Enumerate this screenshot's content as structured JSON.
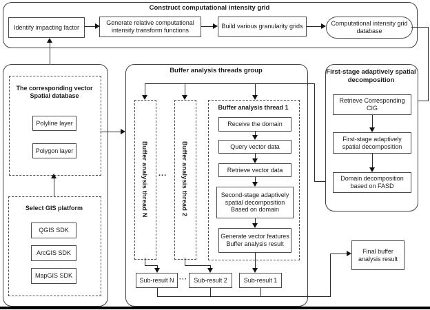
{
  "colors": {
    "line": "#2b2b2b",
    "box_border": "#4a4a4a",
    "background": "#ffffff",
    "bottom_rule": "#000000"
  },
  "top_section": {
    "title": "Construct computational intensity grid",
    "identify": "Identify impacting factor",
    "generate": "Generate relative computational intensity transform functions",
    "build": "Build various granularity grids",
    "cig_db": "Computational intensity grid database"
  },
  "left_section": {
    "vector_db": {
      "title": "The corresponding vector Spatial database",
      "items": [
        "Polyline layer",
        "Polygon layer"
      ]
    },
    "gis": {
      "title": "Select GIS platform",
      "items": [
        "QGIS SDK",
        "ArcGIS SDK",
        "MapGIS SDK"
      ]
    }
  },
  "threads_group": {
    "title": "Buffer analysis threads group",
    "thread_n_label": "Buffer analysis thread N",
    "thread_2_label": "Buffer analysis thread 2",
    "thread_dots": "...",
    "thread_1": {
      "title": "Buffer analysis  thread 1",
      "steps": [
        "Receive the domain",
        "Query vector data",
        "Retrieve vector data",
        "Second-stage adaptively spatial decomposition Based on domain",
        "Generate vector features Buffer analysis result"
      ]
    },
    "sub_results": [
      "Sub-result N",
      "Sub-result 2",
      "Sub-result 1"
    ],
    "sub_dots": "···"
  },
  "right_section": {
    "title": "First-stage adaptively spatial decomposition",
    "steps": [
      "Retrieve Corresponding CIG",
      "First-stage adaptively spatial decomposition",
      "Domain decomposition based on FASD"
    ]
  },
  "final_result": "Final buffer analysis result"
}
